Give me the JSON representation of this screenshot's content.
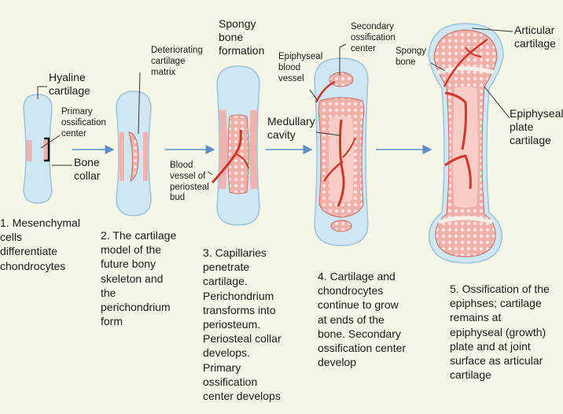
{
  "colors": {
    "background": "#f6f6e7",
    "cartilage": "#cfe6f3",
    "bone": "#efb3ad",
    "vessel": "#d1362b",
    "arrow": "#5b8fc6",
    "leader": "#333333"
  },
  "labels": {
    "hyaline": "Hyaline\ncartilage",
    "primary_center": "Primary\nossification\ncenter",
    "bone_collar": "Bone\ncollar",
    "deteriorating": "Deteriorating\ncartilage\nmatrix",
    "spongy_formation": "Spongy\nbone\nformation",
    "blood_vessel_bud": "Blood\nvessel of\nperiosteal\nbud",
    "epiphyseal_vessel": "Epiphyseal\nblood\nvessel",
    "secondary_center": "Secondary\nossification\ncenter",
    "medullary": "Medullary\ncavity",
    "spongy_bone": "Spongy\nbone",
    "articular": "Articular\ncartilage",
    "epiphyseal_plate": "Epiphyseal\nplate\ncartilage"
  },
  "steps": [
    {
      "caption": "1. Mesenchymal\ncells\ndifferentiate\nchondrocytes"
    },
    {
      "caption": "2. The cartilage\nmodel of the\nfuture bony\nskeleton and\nthe\nperichondrium\nform"
    },
    {
      "caption": "3. Capillaries\npenetrate\ncartilage.\nPerichondrium\ntransforms into\nperiosteum.\nPeriosteal collar\ndevelops.\nPrimary\nossification\ncenter develops"
    },
    {
      "caption": "4. Cartilage and\nchondrocytes\ncontinue to grow\nat ends of the\nbone. Secondary\nossification center\ndevelop"
    },
    {
      "caption": "5. Ossification of the\nepiphses; cartilage\nremains at\nepiphyseal (growth)\nplate and at joint\nsurface as articular\ncartilage"
    }
  ]
}
